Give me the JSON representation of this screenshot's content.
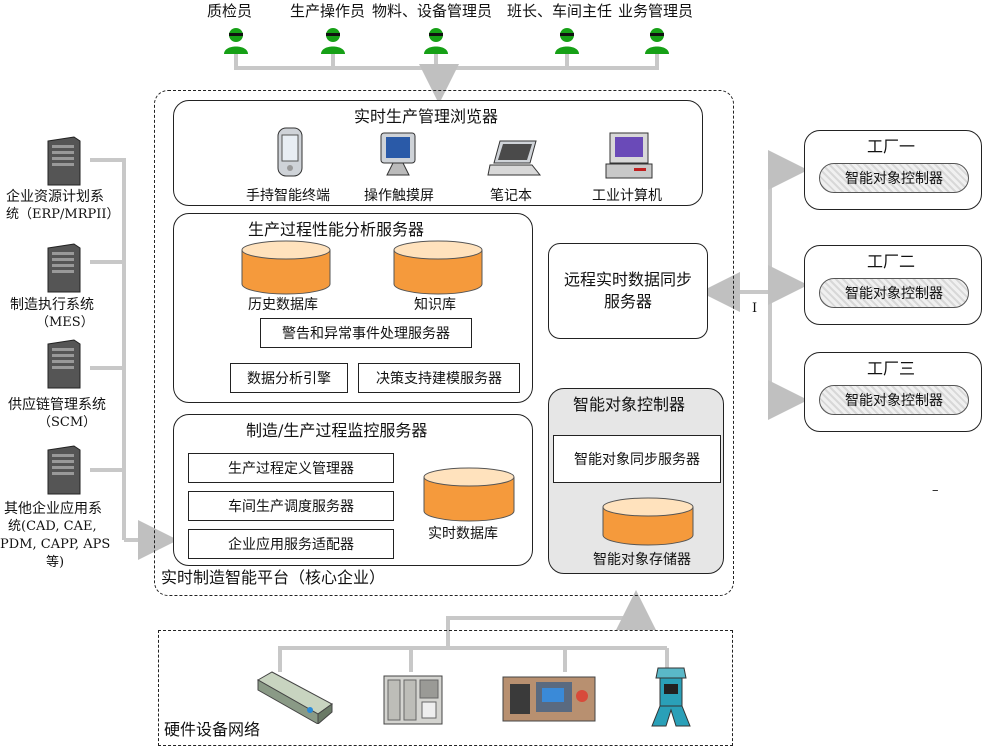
{
  "users": [
    {
      "label": "质检员"
    },
    {
      "label": "生产操作员"
    },
    {
      "label": "物料、设备管理员"
    },
    {
      "label": "班长、车间主任"
    },
    {
      "label": "业务管理员"
    }
  ],
  "browser": {
    "title": "实时生产管理浏览器",
    "devices": [
      "手持智能终端",
      "操作触摸屏",
      "笔记本",
      "工业计算机"
    ]
  },
  "analysis": {
    "title": "生产过程性能分析服务器",
    "db_history": "历史数据库",
    "db_knowledge": "知识库",
    "alarm": "警告和异常事件处理服务器",
    "engine": "数据分析引擎",
    "decision": "决策支持建模服务器"
  },
  "monitor": {
    "title": "制造/生产过程监控服务器",
    "items": [
      "生产过程定义管理器",
      "车间生产调度服务器",
      "企业应用服务适配器"
    ],
    "db_realtime": "实时数据库"
  },
  "remote_sync": {
    "label": "远程实时数据同步服务器"
  },
  "controller": {
    "title": "智能对象控制器",
    "sync": "智能对象同步服务器",
    "storage": "智能对象存储器"
  },
  "platform": {
    "label": "实时制造智能平台（核心企业）"
  },
  "systems": [
    {
      "line1": "企业资源计划系",
      "line2": "统（ERP/MRPII）"
    },
    {
      "line1": "制造执行系统",
      "line2": "（MES）"
    },
    {
      "line1": "供应链管理系统",
      "line2": "（SCM）"
    },
    {
      "line1": "其他企业应用系",
      "line2": "统(CAD, CAE,",
      "line3": "PDM, CAPP, APS",
      "line4": "等)"
    }
  ],
  "factories": [
    {
      "title": "工厂一",
      "controller": "智能对象控制器"
    },
    {
      "title": "工厂二",
      "controller": "智能对象控制器"
    },
    {
      "title": "工厂三",
      "controller": "智能对象控制器"
    }
  ],
  "hardware": {
    "label": "硬件设备网络"
  },
  "stray_marks": {
    "bar": "I",
    "dash": "–"
  },
  "colors": {
    "user_icon": "#16a016",
    "cylinder": "#f59a3c",
    "connector": "#c8c8c8",
    "controller_fill": "#e6e6e6"
  }
}
